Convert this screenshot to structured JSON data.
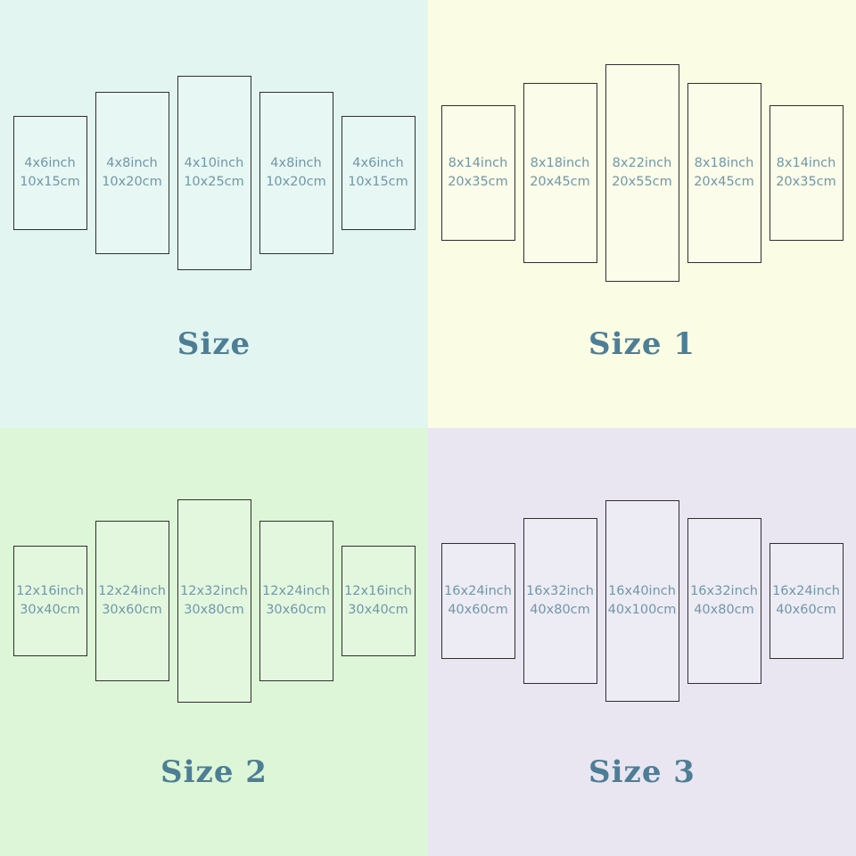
{
  "colors": {
    "quadrant_backgrounds": [
      "#e2f5f1",
      "#fbfce4",
      "#ddf6d7",
      "#e9e6f2"
    ],
    "panel_border": "#2f2f2f",
    "panel_text": "#7197a6",
    "title_text": "#4e7e95"
  },
  "quadrants": [
    {
      "title": "Size",
      "panels": [
        {
          "inch": "4x6inch",
          "cm": "10x15cm"
        },
        {
          "inch": "4x8inch",
          "cm": "10x20cm"
        },
        {
          "inch": "4x10inch",
          "cm": "10x25cm"
        },
        {
          "inch": "4x8inch",
          "cm": "10x20cm"
        },
        {
          "inch": "4x6inch",
          "cm": "10x15cm"
        }
      ]
    },
    {
      "title": "Size 1",
      "panels": [
        {
          "inch": "8x14inch",
          "cm": "20x35cm"
        },
        {
          "inch": "8x18inch",
          "cm": "20x45cm"
        },
        {
          "inch": "8x22inch",
          "cm": "20x55cm"
        },
        {
          "inch": "8x18inch",
          "cm": "20x45cm"
        },
        {
          "inch": "8x14inch",
          "cm": "20x35cm"
        }
      ]
    },
    {
      "title": "Size 2",
      "panels": [
        {
          "inch": "12x16inch",
          "cm": "30x40cm"
        },
        {
          "inch": "12x24inch",
          "cm": "30x60cm"
        },
        {
          "inch": "12x32inch",
          "cm": "30x80cm"
        },
        {
          "inch": "12x24inch",
          "cm": "30x60cm"
        },
        {
          "inch": "12x16inch",
          "cm": "30x40cm"
        }
      ]
    },
    {
      "title": "Size 3",
      "panels": [
        {
          "inch": "16x24inch",
          "cm": "40x60cm"
        },
        {
          "inch": "16x32inch",
          "cm": "40x80cm"
        },
        {
          "inch": "16x40inch",
          "cm": "40x100cm"
        },
        {
          "inch": "16x32inch",
          "cm": "40x80cm"
        },
        {
          "inch": "16x24inch",
          "cm": "40x60cm"
        }
      ]
    }
  ]
}
